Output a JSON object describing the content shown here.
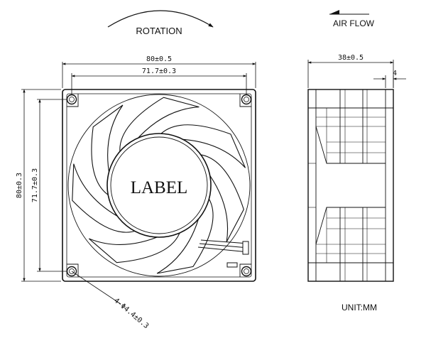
{
  "rotation_label": "ROTATION",
  "airflow_label": "AIR FLOW",
  "hub_label": "LABEL",
  "unit_label": "UNIT:MM",
  "front_view": {
    "width_outer": "80±0.5",
    "width_holes": "71.7±0.3",
    "height_outer": "80±0.3",
    "height_holes": "71.7±0.3",
    "holes": "4-Φ4.4±0.3"
  },
  "side_view": {
    "depth": "38±0.5",
    "flange": "4"
  },
  "colors": {
    "line": "#111111",
    "background": "#ffffff"
  }
}
